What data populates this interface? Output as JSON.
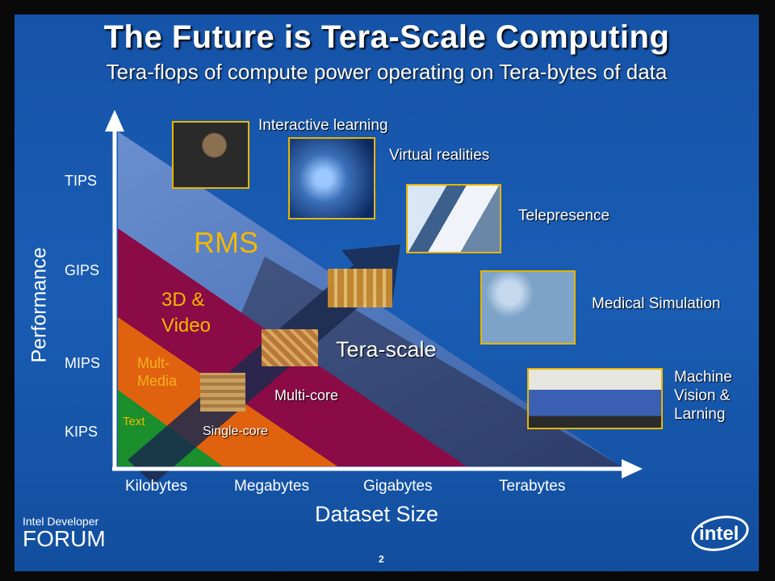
{
  "title": "The Future is Tera-Scale Computing",
  "subtitle": "Tera-flops of compute power operating on Tera-bytes of data",
  "y_axis": {
    "label": "Performance",
    "ticks": [
      "TIPS",
      "GIPS",
      "MIPS",
      "KIPS"
    ]
  },
  "x_axis": {
    "label": "Dataset Size",
    "ticks": [
      "Kilobytes",
      "Megabytes",
      "Gigabytes",
      "Terabytes"
    ]
  },
  "regions": {
    "rms": "RMS",
    "video_line1": "3D &",
    "video_line2": "Video",
    "multimedia_line1": "Mult-",
    "multimedia_line2": "Media",
    "text": "Text"
  },
  "arrow_labels": {
    "tera_scale": "Tera-scale",
    "multi_core": "Multi-core",
    "single_core": "Single-core"
  },
  "applications": {
    "interactive_learning": "Interactive learning",
    "virtual_realities": "Virtual realities",
    "telepresence": "Telepresence",
    "medical_simulation": "Medical Simulation",
    "machine_vision_line1": "Machine",
    "machine_vision_line2": "Vision &",
    "machine_vision_line3": "Larning"
  },
  "footer": {
    "forum_line1": "Intel Developer",
    "forum_line2": "FORUM",
    "page_number": "2",
    "logo": "intel"
  },
  "colors": {
    "background": "#1a5db4",
    "rms": "#4f7ec2",
    "video": "#8a0a45",
    "multimedia": "#e06410",
    "text": "#1a8f2c",
    "tera_scale_band": "#2e3f6b",
    "label_gold": "#f2b800"
  }
}
